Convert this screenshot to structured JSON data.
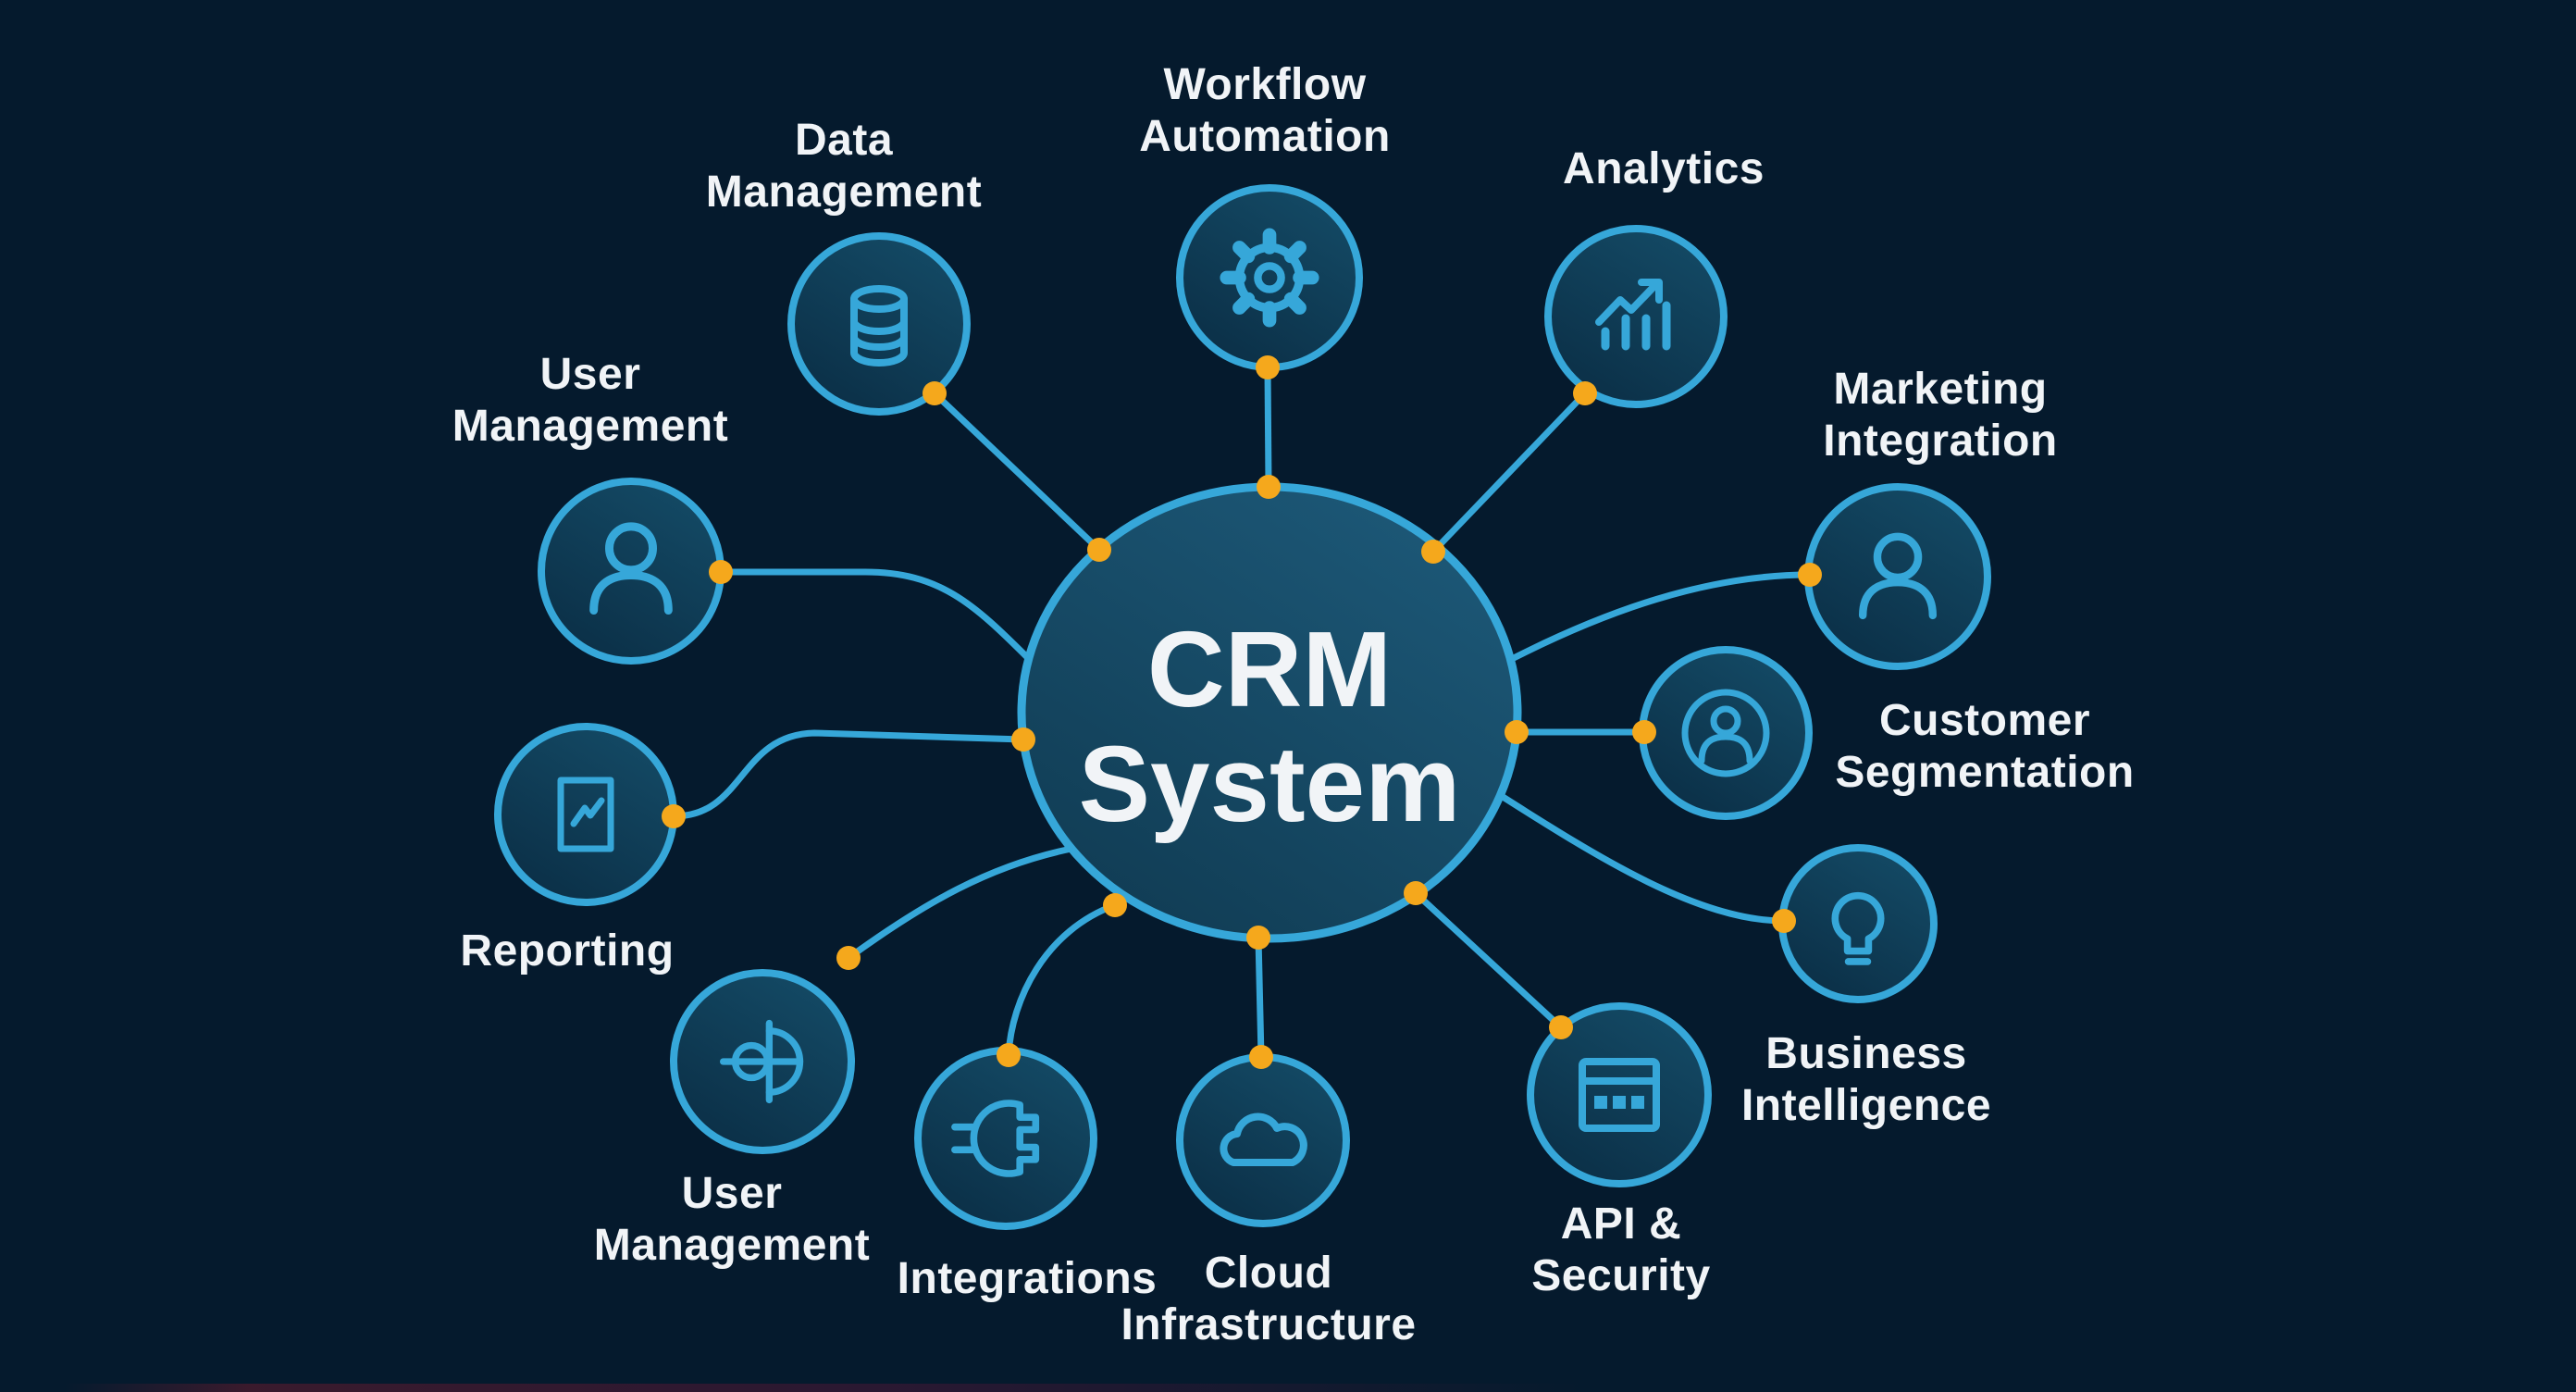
{
  "title": {
    "line1": "CRM",
    "line2": "System"
  },
  "colors": {
    "bg": "#051a2d",
    "stroke": "#36a7d9",
    "dot": "#f5a81c",
    "text": "#f1f4f7",
    "hub1": "#0f3950",
    "hub2": "#1c5776",
    "node1": "#0a2c43",
    "node2": "#134863"
  },
  "nodes": [
    {
      "id": "user-management-top",
      "icon": "person-icon",
      "lines": [
        "User",
        "Management"
      ]
    },
    {
      "id": "data-management",
      "icon": "database-icon",
      "lines": [
        "Data",
        "Management"
      ]
    },
    {
      "id": "workflow-automation",
      "icon": "gear-icon",
      "lines": [
        "Workflow",
        "Automation"
      ]
    },
    {
      "id": "analytics",
      "icon": "bar-chart-icon",
      "lines": [
        "Analytics"
      ]
    },
    {
      "id": "marketing-integration",
      "icon": "person-icon",
      "lines": [
        "Marketing",
        "Integration"
      ]
    },
    {
      "id": "customer-segmentation",
      "icon": "person-badge-icon",
      "lines": [
        "Customer",
        "Segmentation"
      ]
    },
    {
      "id": "business-intelligence",
      "icon": "lightbulb-icon",
      "lines": [
        "Business",
        "Intelligence"
      ]
    },
    {
      "id": "api-security",
      "icon": "window-dots-icon",
      "lines": [
        "API &",
        "Security"
      ]
    },
    {
      "id": "cloud-infrastructure",
      "icon": "cloud-icon",
      "lines": [
        "Cloud",
        "Infrastructure"
      ]
    },
    {
      "id": "integrations",
      "icon": "plug-icon",
      "lines": [
        "Integrations"
      ]
    },
    {
      "id": "user-management-bottom",
      "icon": "pie-split-icon",
      "lines": [
        "User",
        "Management"
      ]
    },
    {
      "id": "reporting",
      "icon": "report-icon",
      "lines": [
        "Reporting"
      ]
    }
  ],
  "hub_connections": [
    "user-management-top",
    "data-management",
    "workflow-automation",
    "analytics",
    "marketing-integration",
    "customer-segmentation",
    "business-intelligence",
    "api-security",
    "cloud-infrastructure",
    "integrations",
    "user-management-bottom",
    "reporting"
  ]
}
